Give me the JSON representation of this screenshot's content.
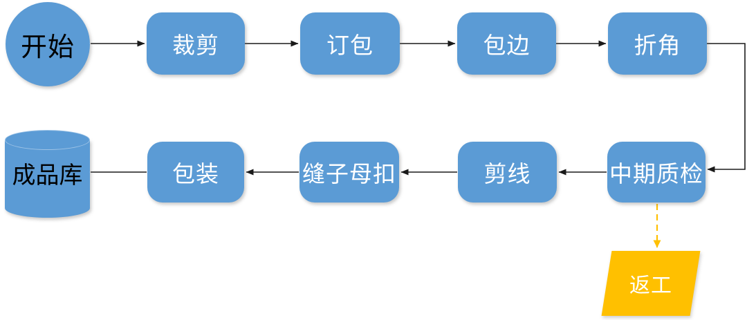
{
  "diagram": {
    "type": "flowchart",
    "nodes": {
      "start": {
        "label": "开始",
        "shape": "circle",
        "fill": "#5b9bd5",
        "text_color": "#000000"
      },
      "cutting": {
        "label": "裁剪",
        "shape": "process",
        "fill": "#5b9bd5",
        "text_color": "#ffffff"
      },
      "bag_stitching": {
        "label": "订包",
        "shape": "process",
        "fill": "#5b9bd5",
        "text_color": "#ffffff"
      },
      "edge_binding": {
        "label": "包边",
        "shape": "process",
        "fill": "#5b9bd5",
        "text_color": "#ffffff"
      },
      "corner_folding": {
        "label": "折角",
        "shape": "process",
        "fill": "#5b9bd5",
        "text_color": "#ffffff"
      },
      "mid_inspection": {
        "label": "中期质检",
        "shape": "process",
        "fill": "#5b9bd5",
        "text_color": "#ffffff"
      },
      "thread_trimming": {
        "label": "剪线",
        "shape": "process",
        "fill": "#5b9bd5",
        "text_color": "#ffffff"
      },
      "snap_sewing": {
        "label": "缝子母扣",
        "shape": "process",
        "fill": "#5b9bd5",
        "text_color": "#ffffff"
      },
      "packaging": {
        "label": "包装",
        "shape": "process",
        "fill": "#5b9bd5",
        "text_color": "#ffffff"
      },
      "warehouse": {
        "label": "成品库",
        "shape": "cylinder",
        "fill": "#5b9bd5",
        "text_color": "#000000"
      },
      "rework": {
        "label": "返工",
        "shape": "parallelogram",
        "fill": "#ffc000",
        "text_color": "#ffffff"
      }
    },
    "edges": [
      {
        "from": "开始",
        "to": "裁剪",
        "style": "solid-arrow"
      },
      {
        "from": "裁剪",
        "to": "订包",
        "style": "solid-arrow"
      },
      {
        "from": "订包",
        "to": "包边",
        "style": "solid-arrow"
      },
      {
        "from": "包边",
        "to": "折角",
        "style": "solid-arrow"
      },
      {
        "from": "折角",
        "to": "中期质检",
        "style": "solid-arrow-elbow"
      },
      {
        "from": "中期质检",
        "to": "剪线",
        "style": "solid-arrow"
      },
      {
        "from": "剪线",
        "to": "缝子母扣",
        "style": "solid-arrow"
      },
      {
        "from": "缝子母扣",
        "to": "包装",
        "style": "solid-arrow"
      },
      {
        "from": "包装",
        "to": "成品库",
        "style": "solid-line"
      },
      {
        "from": "中期质检",
        "to": "返工",
        "style": "dashed-arrow",
        "color": "#ffc000"
      }
    ],
    "colors": {
      "process_fill": "#5b9bd5",
      "rework_fill": "#ffc000",
      "connector": "#1a1a1a",
      "rework_connector": "#ffc000",
      "background": "#ffffff"
    }
  }
}
